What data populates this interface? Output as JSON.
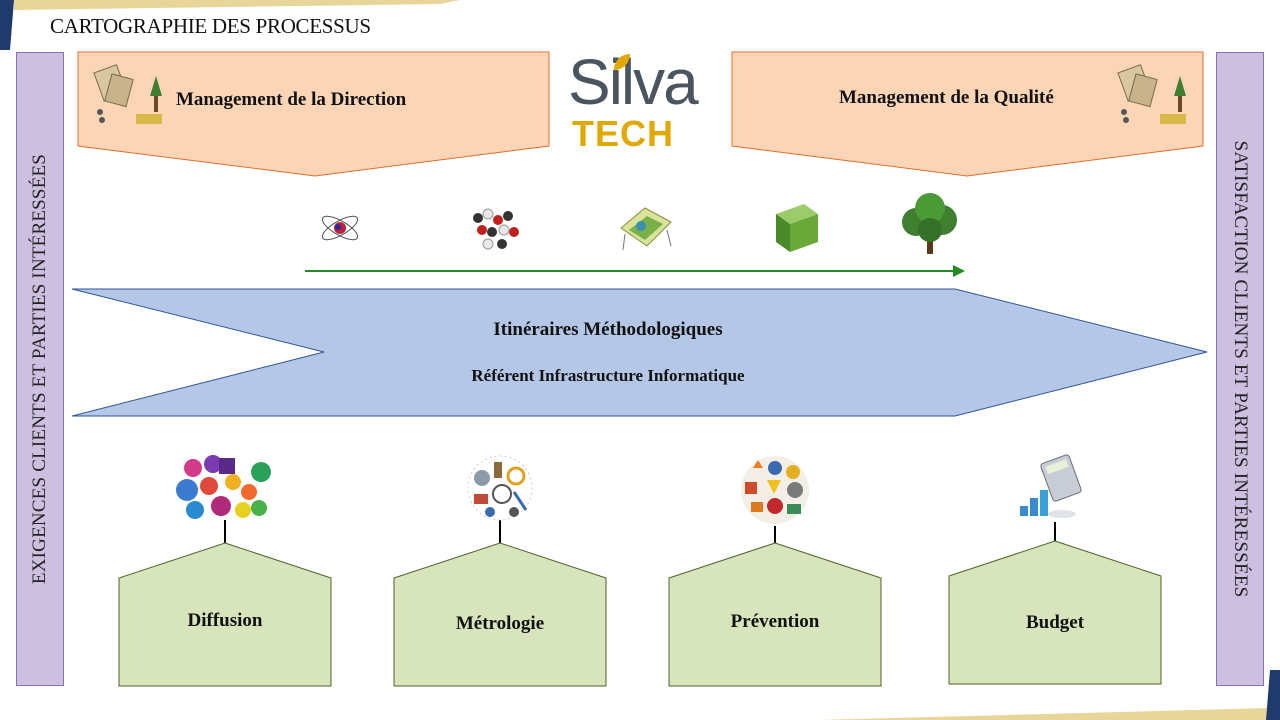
{
  "title": "CARTOGRAPHIE DES PROCESSUS",
  "left_bar": {
    "label": "EXIGENCES CLIENTS ET PARTIES INTÉRESSÉES"
  },
  "right_bar": {
    "label": "SATISFACTION CLIENTS ET PARTIES INTÉRESSÉES"
  },
  "management": {
    "direction": "Management de la Direction",
    "qualite": "Management de la Qualité"
  },
  "logo": {
    "word1": "Silva",
    "word2": "TECH"
  },
  "main_arrow": {
    "line1": "Itinéraires Méthodologiques",
    "line2": "Référent Infrastructure Informatique"
  },
  "support": {
    "diffusion": "Diffusion",
    "metrologie": "Métrologie",
    "prevention": "Prévention",
    "budget": "Budget"
  },
  "colors": {
    "management_fill": "#fbd5b5",
    "management_stroke": "#e07030",
    "main_arrow_fill": "#b4c7e7",
    "main_arrow_stroke": "#2f5597",
    "support_fill": "#d8e4bc",
    "support_stroke": "#4f6228",
    "bar_fill": "#cdbfe0",
    "progress_arrow": "#228b22",
    "accent_navy": "#1f3a6b",
    "accent_gold": "#d9b84a"
  }
}
